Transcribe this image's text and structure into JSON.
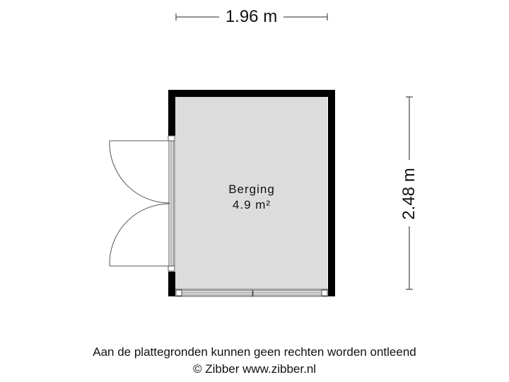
{
  "floorplan": {
    "dimensions": {
      "width_label": "1.96 m",
      "height_label": "2.48 m"
    },
    "rooms": [
      {
        "name": "Berging",
        "area": "4.9 m²"
      }
    ],
    "colors": {
      "wall": "#000000",
      "floor": "#dcdcdc",
      "line": "#555555"
    }
  },
  "footer": {
    "disclaimer": "Aan de plattegronden kunnen geen rechten worden ontleend",
    "copyright": "© Zibber www.zibber.nl"
  }
}
